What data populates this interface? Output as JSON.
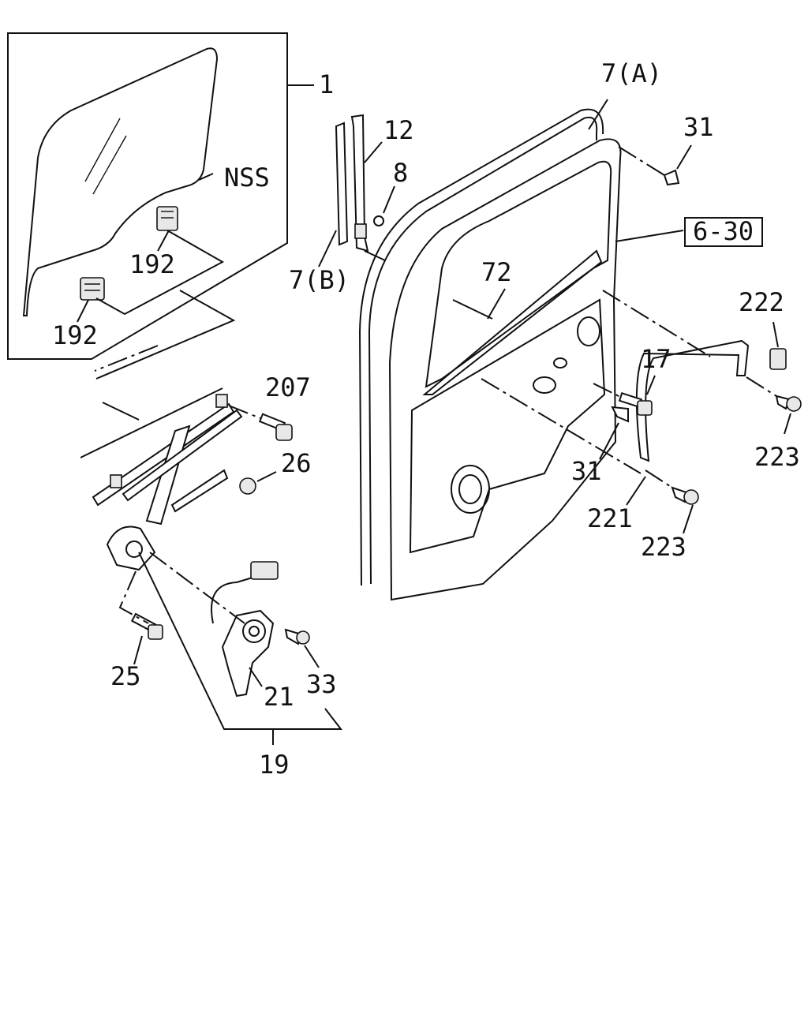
{
  "labels": {
    "glass": "1",
    "glass_note": "NSS",
    "clip_top": "192",
    "clip_bottom": "192",
    "run_channel_b": "7(B)",
    "channel_12": "12",
    "screw_8": "8",
    "weatherstrip_a": "7(A)",
    "clip_31_top": "31",
    "ref_box": "6-30",
    "inner_strip": "72",
    "cover_222": "222",
    "bolt_17": "17",
    "screw_223_upper": "223",
    "clip_31_mid": "31",
    "garnish_221": "221",
    "screw_223_lower": "223",
    "bolt_207": "207",
    "nut_26": "26",
    "bolt_25": "25",
    "motor_21": "21",
    "screw_33": "33",
    "regulator_19": "19"
  }
}
